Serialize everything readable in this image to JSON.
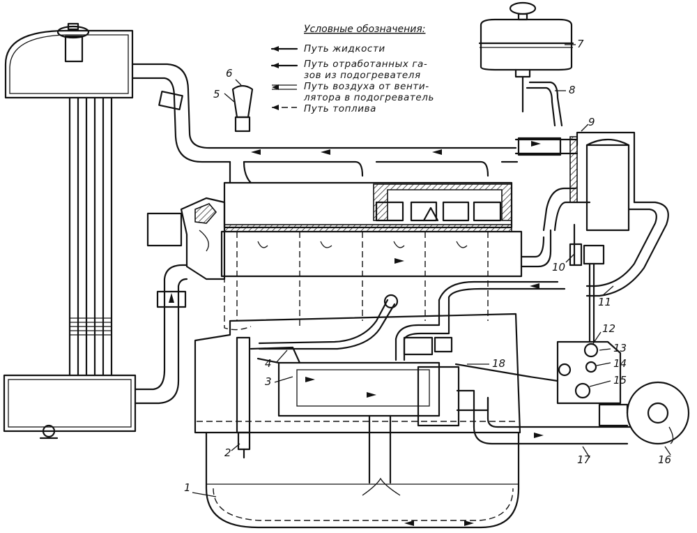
{
  "legend": {
    "title": "Условные обозначения:",
    "items": [
      {
        "key": "liquid",
        "lines": [
          "Путь жидкости"
        ]
      },
      {
        "key": "exhaust",
        "lines": [
          "Путь отработанных га-",
          "зов из подогревателя"
        ]
      },
      {
        "key": "air",
        "lines": [
          "Путь воздуха от венти-",
          "лятора в подогреватель"
        ]
      },
      {
        "key": "fuel",
        "lines": [
          "Путь топлива"
        ]
      }
    ]
  },
  "callouts": [
    "1",
    "2",
    "3",
    "4",
    "5",
    "6",
    "7",
    "8",
    "9",
    "10",
    "11",
    "12",
    "13",
    "14",
    "15",
    "16",
    "17",
    "18"
  ]
}
